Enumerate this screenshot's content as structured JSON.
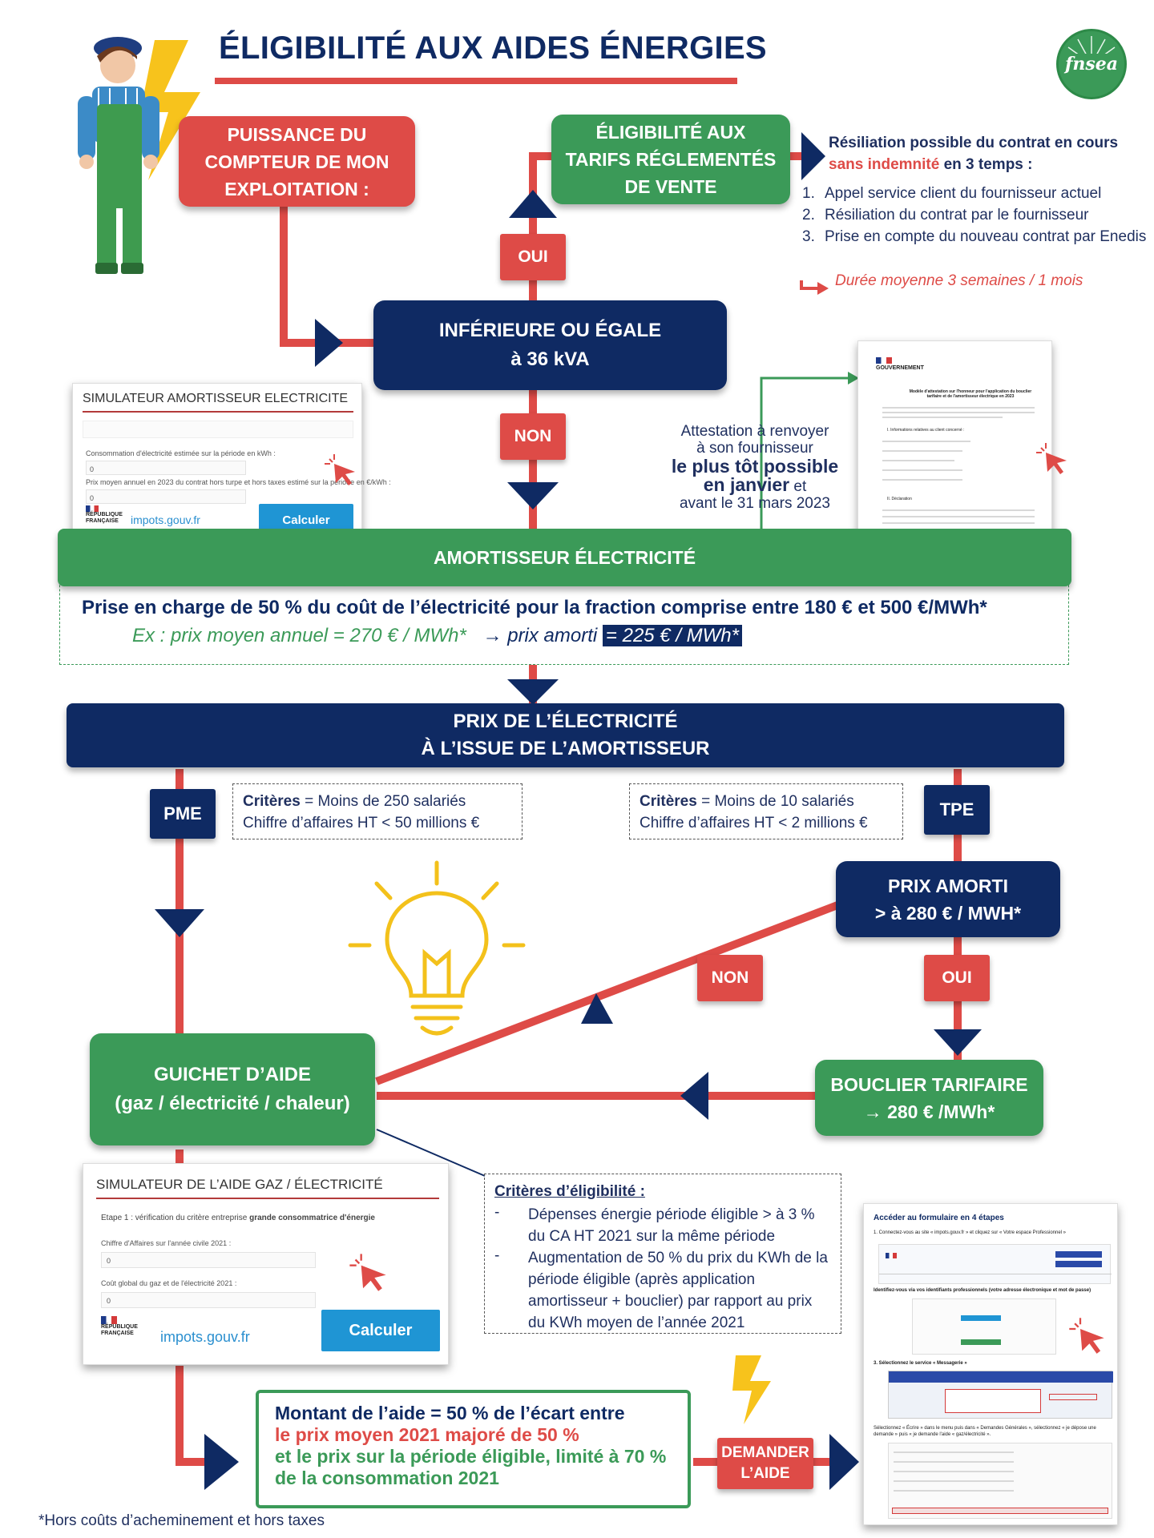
{
  "title": "ÉLIGIBILITÉ AUX AIDES ÉNERGIES",
  "logo": {
    "text": "fnsea",
    "color": "#3b9a58"
  },
  "colors": {
    "red": "#de4b47",
    "green": "#3b9a58",
    "navy": "#0f2a63"
  },
  "boxes": {
    "puissance": [
      "PUISSANCE DU",
      "COMPTEUR DE MON",
      "EXPLOITATION :"
    ],
    "eligibilite": [
      "ÉLIGIBILITÉ AUX",
      "TARIFS RÉGLEMENTÉS",
      "DE VENTE"
    ],
    "inferieure": [
      "INFÉRIEURE OU ÉGALE",
      "à 36 kVA"
    ],
    "amortisseur": "AMORTISSEUR ÉLECTRICITÉ",
    "prix_elec": [
      "PRIX DE L’ÉLECTRICITÉ",
      "À L’ISSUE DE L’AMORTISSEUR"
    ],
    "prix_amorti": [
      "PRIX AMORTI",
      "> à 280 € / MWH*"
    ],
    "guichet": [
      "GUICHET D’AIDE",
      "(gaz / électricité / chaleur)"
    ],
    "bouclier": [
      "BOUCLIER TARIFAIRE",
      "→ 280 € /MWh*"
    ]
  },
  "tags": {
    "oui1": "OUI",
    "non1": "NON",
    "pme": "PME",
    "tpe": "TPE",
    "non2": "NON",
    "oui2": "OUI",
    "demander": [
      "DEMANDER",
      "L’AIDE"
    ]
  },
  "resiliation": {
    "intro_a": "Résiliation possible du contrat en cours",
    "intro_red": "sans indemnité",
    "intro_b": "en 3 temps :",
    "steps": [
      {
        "n": "1.",
        "text": "Appel service client du fournisseur actuel"
      },
      {
        "n": "2.",
        "text": "Résiliation du contrat par le fournisseur"
      },
      {
        "n": "3.",
        "text": "Prise en compte du nouveau contrat par Enedis"
      }
    ],
    "duree": "Durée moyenne 3 semaines / 1  mois"
  },
  "attestation": {
    "l1": "Attestation à renvoyer",
    "l2": "à son fournisseur",
    "l3": "le plus tôt possible",
    "l4": "en janvier",
    "l5": "et",
    "l6": "avant le 31 mars 2023"
  },
  "amortisseur_detail": {
    "line1": "Prise en charge de 50 % du coût de l’électricité pour la fraction comprise entre 180 € et 500 €/MWh*",
    "ex_a": "Ex : prix moyen annuel  = 270 € / MWh*",
    "ex_b": "→ prix amorti",
    "ex_c": "= 225 € / MWh*"
  },
  "criteres_pme": {
    "label": "Critères",
    "l1": " = Moins de 250 salariés",
    "l2": "Chiffre d’affaires HT < 50 millions €"
  },
  "criteres_tpe": {
    "label": "Critères",
    "l1": " = Moins de 10 salariés",
    "l2": "Chiffre d’affaires HT < 2 millions €"
  },
  "eligibilite_criteres": {
    "title": "Critères d’éligibilité :",
    "items": [
      "Dépenses énergie période éligible > à 3 % du CA HT 2021 sur la même période",
      "Augmentation de 50 % du prix du KWh de la période éligible (après application amortisseur + bouclier) par rapport au prix du KWh moyen de l’année 2021"
    ]
  },
  "montant": {
    "l1": "Montant de l’aide = 50 % de l’écart entre",
    "l2": "le prix moyen 2021 majoré de 50 %",
    "l3": "et le prix sur la période éligible, limité à 70 %",
    "l4": "de la consommation 2021"
  },
  "footnote": "*Hors coûts d’acheminement et hors taxes",
  "sim1": {
    "title": "SIMULATEUR AMORTISSEUR ELECTRICITE",
    "f1": "Consommation d'électricité estimée sur la période en kWh :",
    "f2": "Prix moyen annuel en 2023 du contrat hors turpe et hors taxes estimé sur la période en €/kWh :",
    "v": "0",
    "button": "Calculer",
    "rf": [
      "RÉPUBLIQUE",
      "FRANÇAISE"
    ],
    "site": "impots.gouv.fr"
  },
  "sim2": {
    "title": "SIMULATEUR DE L’AIDE GAZ / ÉLECTRICITÉ",
    "etape_a": "Etape 1 : vérification du critère entreprise ",
    "etape_b": "grande consommatrice d'énergie",
    "f1": "Chiffre d'Affaires sur l'année civile 2021 :",
    "f2": "Coût global du gaz et de l'électricité 2021 :",
    "v": "0",
    "button": "Calculer",
    "rf": [
      "RÉPUBLIQUE",
      "FRANÇAISE"
    ],
    "site": "impots.gouv.fr"
  },
  "doc": {
    "gov": "GOUVERNEMENT",
    "head": "Modèle d'attestation sur l'honneur pour l'application du bouclier tarifaire et de l'amortisseur électrique en 2023",
    "s1": "I.  Informations relatives au client concerné :",
    "s2": "II.  Déclaration"
  },
  "form": {
    "title": "Accéder au formulaire en 4 étapes",
    "s1": "1. Connectez-vous au site « impots.gouv.fr » et cliquez sur « Votre espace Professionnel »",
    "s2": "Identifiez-vous via vos identifiants professionnels (votre adresse électronique et mot de passe)",
    "s3": "3. Sélectionnez le service « Messagerie »",
    "s4": "Sélectionnez « Écrire » dans le menu puis dans « Demandes Générales », sélectionnez « je dépose une demande » puis « je demande l'aide « gaz/électricité »."
  }
}
